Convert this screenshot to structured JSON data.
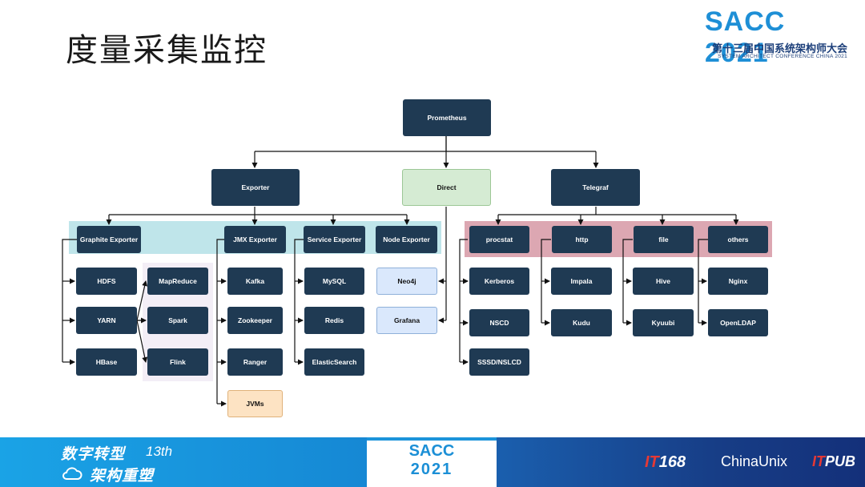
{
  "slide": {
    "title": "度量采集监控"
  },
  "logo": {
    "main": "SACC 2021",
    "sub_cn": "第十三届中国系统架构师大会",
    "sub_en": "SYSTEM ARCHITECT CONFERENCE CHINA 2021"
  },
  "diagram": {
    "root": "Prometheus",
    "level1": {
      "exporter": "Exporter",
      "direct": "Direct",
      "telegraf": "Telegraf"
    },
    "exporter_children": {
      "graphite": "Graphite Exporter",
      "jmx": "JMX Exporter",
      "service": "Service Exporter",
      "node": "Node Exporter"
    },
    "graphite_children": [
      "HDFS",
      "YARN",
      "HBase"
    ],
    "compute": [
      "MapReduce",
      "Spark",
      "Flink"
    ],
    "jmx_children": [
      "Kafka",
      "Zookeeper",
      "Ranger",
      "JVMs"
    ],
    "service_children": [
      "MySQL",
      "Redis",
      "ElasticSearch"
    ],
    "direct_children": [
      "Neo4j",
      "Grafana"
    ],
    "telegraf_children": {
      "procstat": "procstat",
      "http": "http",
      "file": "file",
      "others": "others"
    },
    "procstat_children": [
      "Kerberos",
      "NSCD",
      "SSSD/NSLCD"
    ],
    "http_children": [
      "Impala",
      "Kudu"
    ],
    "file_children": [
      "Hive",
      "Kyuubi"
    ],
    "others_children": [
      "Nginx",
      "OpenLDAP"
    ]
  },
  "footer": {
    "slogan_line1": "数字转型",
    "slogan_num": "13th",
    "slogan_line2": "架构重塑",
    "center_top": "SACC",
    "center_bottom": "2021",
    "sponsor_itpub_prefix": "IT",
    "sponsor_itpub_suffix": "PUB",
    "sponsor_chinaunix": "ChinaUnix",
    "sponsor_it168_prefix": "IT",
    "sponsor_it168_suffix": "168"
  },
  "colors": {
    "node_dark": "#1f3a53",
    "direct_green": "#d5ebd3",
    "direct_child_blue": "#dae8fc",
    "jvms_orange": "#fde3c3",
    "exporter_band": "#bfe5ea",
    "telegraf_band": "#dca7b2",
    "brand_blue": "#1e8fd6"
  }
}
